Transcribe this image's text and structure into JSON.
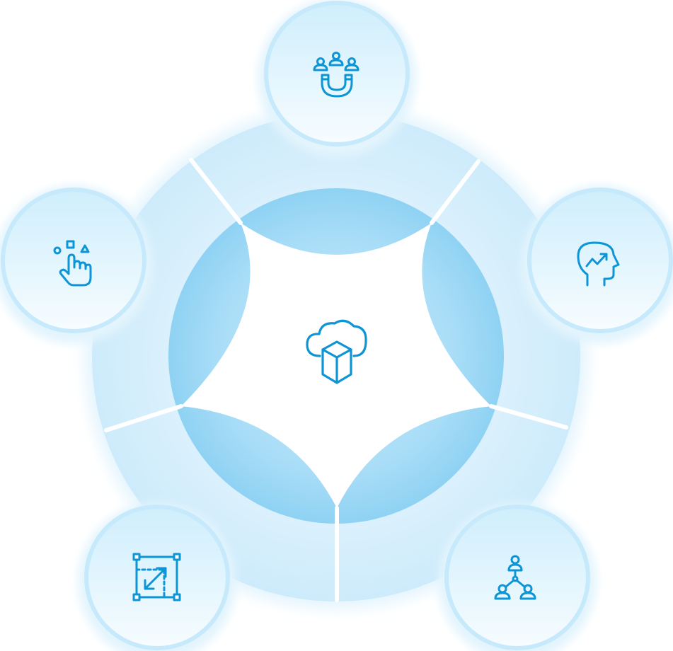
{
  "colors": {
    "accent": "#0d95d6",
    "ring_outer": "#d9f0fc",
    "ring_inner": "#a5dbf6",
    "node_fill": "#e1f4fd",
    "node_border": "#c4e9fb",
    "background": "#ffffff"
  },
  "center": {
    "icon": "cloud-box-icon"
  },
  "nodes": [
    {
      "id": "top",
      "icon": "magnet-people-icon"
    },
    {
      "id": "right",
      "icon": "head-growth-icon"
    },
    {
      "id": "bottom-right",
      "icon": "hierarchy-people-icon"
    },
    {
      "id": "bottom-left",
      "icon": "resize-icon"
    },
    {
      "id": "left",
      "icon": "hand-select-icon"
    }
  ]
}
